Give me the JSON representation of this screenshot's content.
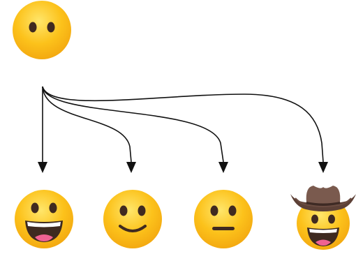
{
  "diagram": {
    "type": "tree",
    "root": {
      "emoji": "face-without-mouth"
    },
    "children": [
      {
        "emoji": "grinning-face-big-eyes"
      },
      {
        "emoji": "slightly-smiling-face"
      },
      {
        "emoji": "neutral-face"
      },
      {
        "emoji": "cowboy-hat-face"
      }
    ]
  },
  "colors": {
    "face_light": "#FFE052",
    "face_mid": "#FCC21B",
    "face_dark": "#F4A916",
    "feature": "#402A20",
    "mouth": "#3E2A20",
    "tongue": "#F06292",
    "teeth": "#FFFFFF",
    "hat": "#7A5A4E",
    "hat_dark": "#5C4036",
    "hat_band": "#3E2A24",
    "arrow": "#111111"
  }
}
